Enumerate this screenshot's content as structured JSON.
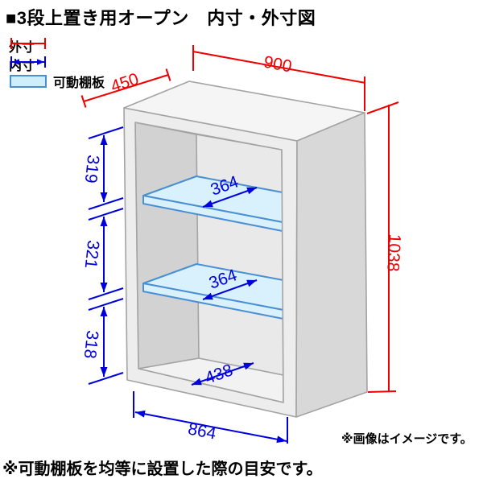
{
  "title": "■3段上置き用オープン　内寸・外寸図",
  "legend": {
    "outer_label": "外寸",
    "inner_label": "内寸",
    "shelf_label": "可動棚板"
  },
  "outer_dimensions": {
    "width": "900",
    "depth": "450",
    "height": "1038"
  },
  "inner_dimensions": {
    "top_section": "319",
    "middle_section": "321",
    "bottom_section": "318",
    "shelf_depth_upper": "364",
    "shelf_depth_lower": "364",
    "floor_depth": "438",
    "inner_width": "864"
  },
  "notes": {
    "image_note": "※画像はイメージです。",
    "guide_note": "※可動棚板を均等に設置した際の目安です。"
  },
  "colors": {
    "outer_dim_red": "#ee0000",
    "inner_dim_blue": "#0000dd",
    "shelf_fill": "#d9f1fc",
    "shelf_border": "#4a8fd3"
  }
}
